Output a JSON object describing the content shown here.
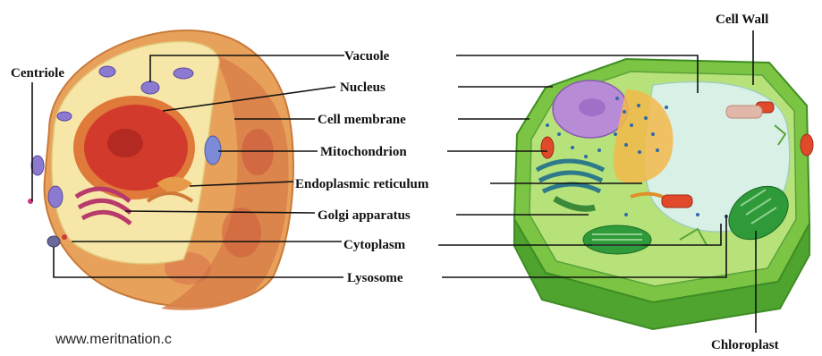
{
  "labels": {
    "centriole": "Centriole",
    "vacuole": "Vacuole",
    "nucleus": "Nucleus",
    "cell_membrane": "Cell membrane",
    "mitochondrion": "Mitochondrion",
    "endoplasmic_reticulum": "Endoplasmic reticulum",
    "golgi_apparatus": "Golgi apparatus",
    "cytoplasm": "Cytoplasm",
    "lysosome": "Lysosome",
    "cell_wall": "Cell Wall",
    "chloroplast": "Chloroplast"
  },
  "watermark": "www.meritnation.c",
  "colors": {
    "animal_outer": "#e8a15a",
    "animal_cytoplasm": "#f6e7a8",
    "animal_nucleus": "#d23a2c",
    "plant_wall": "#7cc443",
    "plant_wall_dark": "#3f8d24",
    "plant_cytoplasm": "#b7e27a",
    "plant_vacuole": "#d9f0e6",
    "plant_nucleus": "#b88bd6",
    "chloroplast": "#2f9a3a",
    "mitochondrion_red": "#e04a2a"
  }
}
